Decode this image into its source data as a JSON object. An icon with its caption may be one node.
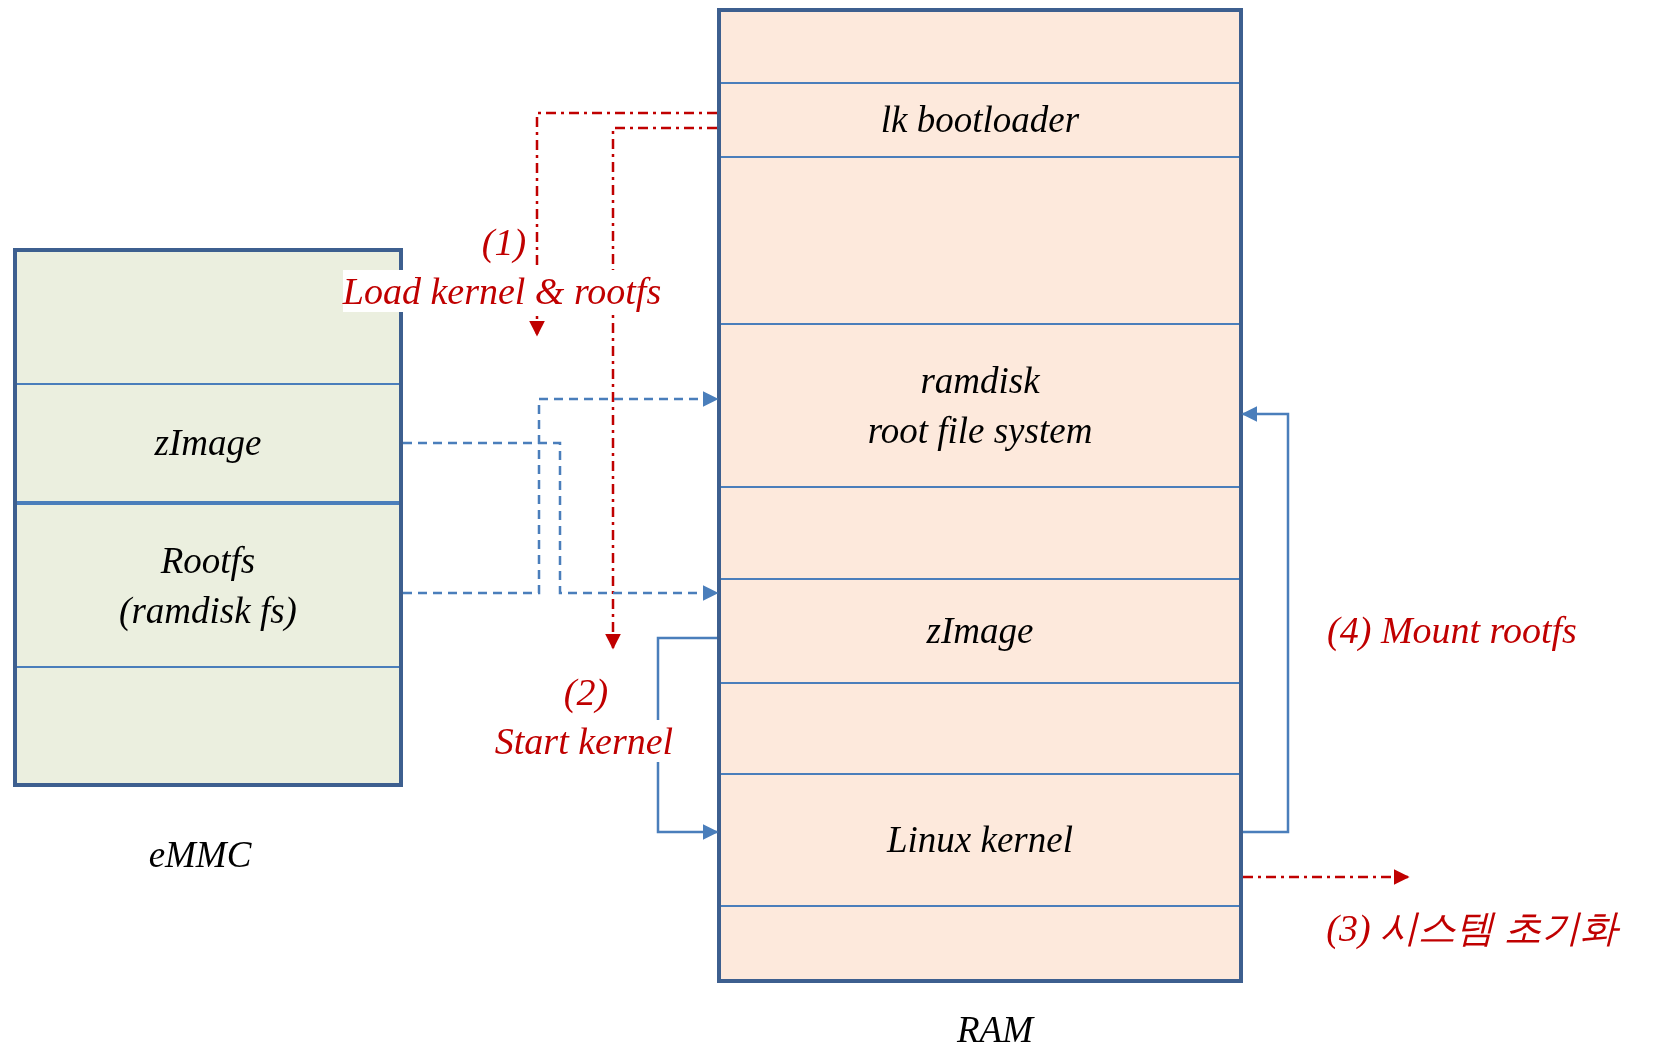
{
  "diagram": {
    "nodes": [
      {
        "text": [
          "eMMC"
        ]
      },
      {
        "text": [
          "zImage"
        ],
        "in": 0
      },
      {
        "text": [
          "Rootfs (ramdisk fs)"
        ],
        "in": 0
      },
      {
        "text": [
          "RAM"
        ]
      },
      {
        "text": [
          "lk bootloader"
        ],
        "in": 3
      },
      {
        "text": [
          "ramdisk root file system"
        ],
        "in": 3
      },
      {
        "text": [
          "zImage"
        ],
        "in": 3
      },
      {
        "text": [
          "Linux kernel"
        ],
        "in": 3
      }
    ],
    "edges": [
      {
        "from": 4,
        "to": null,
        "arrow": "to",
        "style": "dashed",
        "color": "#c00000",
        "label": "(1) Load kernel & rootfs"
      },
      {
        "from": 4,
        "to": null,
        "arrow": "to",
        "style": "dashed",
        "color": "#c00000",
        "label": "(2) Start kernel"
      },
      {
        "from": 1,
        "to": 6,
        "arrow": "to",
        "style": "dashed"
      },
      {
        "from": 2,
        "to": 5,
        "arrow": "to",
        "style": "dashed"
      },
      {
        "from": 6,
        "to": 7,
        "arrow": "to"
      },
      {
        "from": 7,
        "to": 5,
        "arrow": "to",
        "label": "(4) Mount rootfs"
      },
      {
        "from": 7,
        "to": null,
        "arrow": "to",
        "style": "dashed",
        "color": "#c00000",
        "label": "(3) 시스템 초기화"
      }
    ]
  }
}
